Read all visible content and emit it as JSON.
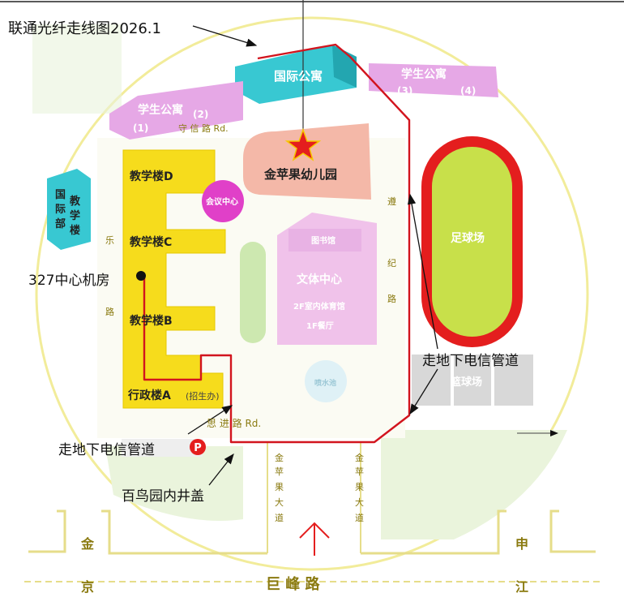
{
  "title": "联通光纤走线图2026.1",
  "labels": {
    "intl_apartment": "国际公寓",
    "student_apt_1": "学生公寓",
    "student_apt_1_n1": "(1)",
    "student_apt_1_n2": "(2)",
    "student_apt_2": "学生公寓",
    "student_apt_2_n1": "(3)",
    "student_apt_2_n2": "(4)",
    "shouxin_rd": "守 信 路 Rd.",
    "kindergarten": "金苹果幼儿园",
    "teaching_d": "教学楼D",
    "conference": "会议中心",
    "teaching_c": "教学楼C",
    "teaching_b": "教学楼B",
    "admin_a": "行政楼A",
    "admissions": "(招生办)",
    "intl_dept_1": "国",
    "intl_dept_2": "际",
    "intl_dept_3": "部",
    "intl_dept_4": "教",
    "intl_dept_5": "学",
    "intl_dept_6": "楼",
    "le_rd_1": "乐",
    "le_rd_2": "路",
    "library": "图书馆",
    "culture_sports": "文体中心",
    "gym": "2F室内体育馆",
    "canteen": "1F餐厅",
    "tiny_pond": "喷水池",
    "zunji_1": "遵",
    "zunji_2": "纪",
    "zunji_3": "路",
    "football": "足球场",
    "basketball": "篮球场",
    "sijin_rd": "思 进 路 Rd.",
    "jinpingguo_ave_1": "金",
    "jinpingguo_ave_2": "苹",
    "jinpingguo_ave_3": "果",
    "jinpingguo_ave_4": "大",
    "jinpingguo_ave_5": "道",
    "jin": "金",
    "jing": "京",
    "shen": "申",
    "jiang": "江",
    "jufeng_rd": "巨  峰  路"
  },
  "annotations": {
    "machine_room": "327中心机房",
    "conduit_right": "走地下电信管道",
    "conduit_left": "走地下电信管道",
    "manhole": "百鸟园内井盖"
  },
  "colors": {
    "route": "#d2141e",
    "teaching": "#f6dc1c",
    "apartment": "#e6a8e6",
    "intl_apartment": "#38c8d2",
    "kindergarten": "#f4b8a8",
    "culture": "#f0c2ea",
    "football_field": "#c8e04a",
    "track": "#e41e1e",
    "conference": "#e040c8",
    "road_text": "#8a7a10",
    "campus_circle": "#f2ec9a"
  }
}
